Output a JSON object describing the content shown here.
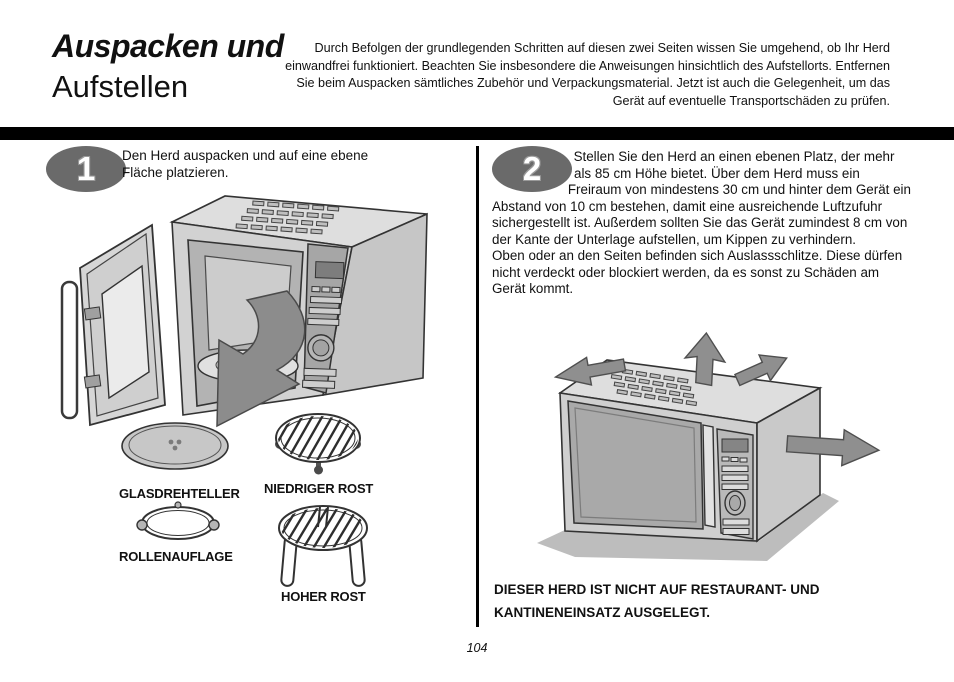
{
  "header": {
    "title_line1": "Auspacken und",
    "title_line2": "Aufstellen",
    "intro": "Durch Befolgen der grundlegenden Schritten auf diesen zwei Seiten wissen Sie umgehend, ob Ihr Herd einwandfrei funktioniert. Beachten Sie insbesondere die Anweisungen hinsichtlich des Aufstellorts. Entfernen Sie beim Auspacken sämtliches Zubehör und Verpackungsmaterial. Jetzt ist auch die Gelegenheit, um das Gerät auf eventuelle Transportschäden zu prüfen."
  },
  "step1": {
    "number": "1",
    "text": "Den Herd auspacken und auf eine ebene Fläche platzieren.",
    "accessories": {
      "turntable": "GLASDREHTELLER",
      "roller": "ROLLENAUFLAGE",
      "low_rack": "NIEDRIGER ROST",
      "high_rack": "HOHER ROST"
    }
  },
  "step2": {
    "number": "2",
    "paragraph1": "Stellen Sie den Herd an einen ebenen Platz, der mehr als 85 cm Höhe bietet. Über dem Herd muss ein Freiraum von mindestens 30 cm und hinter dem Gerät ein Abstand von 10 cm bestehen, damit eine ausreichende Luftzufuhr sichergestellt ist. Außerdem sollten Sie das Gerät zumindest 8 cm von der Kante der Unterlage aufstellen, um Kippen zu verhindern.",
    "paragraph2": "Oben oder an den Seiten befinden sich Auslassschlitze. Diese dürfen nicht verdeckt oder blockiert werden, da es sonst zu Schäden am Gerät kommt.",
    "warning_line1": "DIESER HERD IST NICHT AUF RESTAURANT- UND",
    "warning_line2": "KANTINENEINSATZ AUSGELEGT."
  },
  "footer": {
    "page_number": "104"
  },
  "colors": {
    "divider_bar": "#000000",
    "step_badge": "#6a6a6a",
    "appliance_body": "#d2d2d2",
    "arrow": "#8e8e8e"
  }
}
